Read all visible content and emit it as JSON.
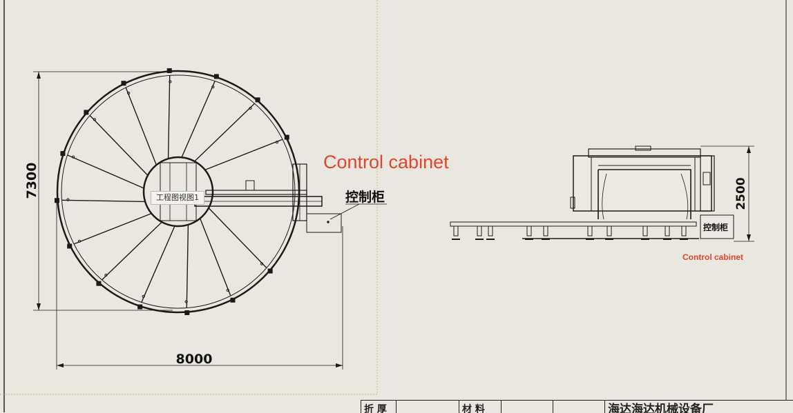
{
  "dimensions": {
    "plan_width": "8000",
    "plan_height": "7300",
    "side_height": "2500"
  },
  "labels": {
    "view_name": "工程图视图1",
    "control_cabinet_cn": "控制柜",
    "control_cabinet_cn_side": "控制柜",
    "control_cabinet_en_large": "Control cabinet",
    "control_cabinet_en_small": "Control cabinet"
  },
  "title_block": {
    "cell_1": "折 厚",
    "cell_2": "材 料",
    "cell_3": "海达海达机械设备厂"
  },
  "colors": {
    "background": "#e9e7df",
    "line": "#1a1a1a",
    "annotation_red": "#e2452a",
    "sheet_border": "#d6b27a"
  }
}
